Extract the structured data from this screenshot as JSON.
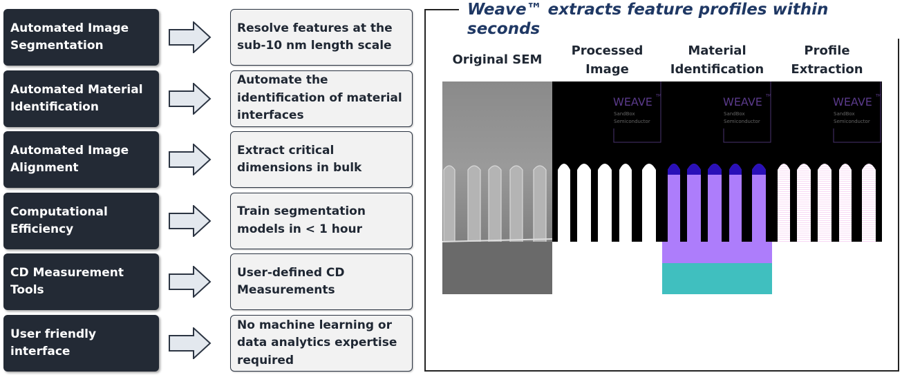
{
  "features": [
    {
      "label": "Automated Image Segmentation",
      "benefit": "Resolve features at the sub-10 nm length scale"
    },
    {
      "label": "Automated Material Identification",
      "benefit": "Automate the identification of material interfaces"
    },
    {
      "label": "Automated Image Alignment",
      "benefit": "Extract critical dimensions in bulk"
    },
    {
      "label": "Computational Efficiency",
      "benefit": "Train segmentation models in < 1 hour"
    },
    {
      "label": "CD Measurement Tools",
      "benefit": "User-defined CD Measurements"
    },
    {
      "label": "User friendly interface",
      "benefit": "No machine learning or data analytics expertise required"
    }
  ],
  "panel": {
    "title": "Weave™ extracts feature profiles within seconds",
    "columns": [
      "Original SEM",
      "Processed Image",
      "Material Identification",
      "Profile Extraction"
    ],
    "logo": {
      "name": "WEAVE",
      "tm": "TM",
      "line1": "SandBox",
      "line2": "Semiconductor"
    }
  },
  "colors": {
    "dark_box": "#232a35",
    "light_box": "#f2f2f2",
    "title": "#1f3864",
    "cap": "#2a10b8",
    "material": "#ad7dfb",
    "substrate": "#40bfbf",
    "profile": "#f8d8f4"
  }
}
